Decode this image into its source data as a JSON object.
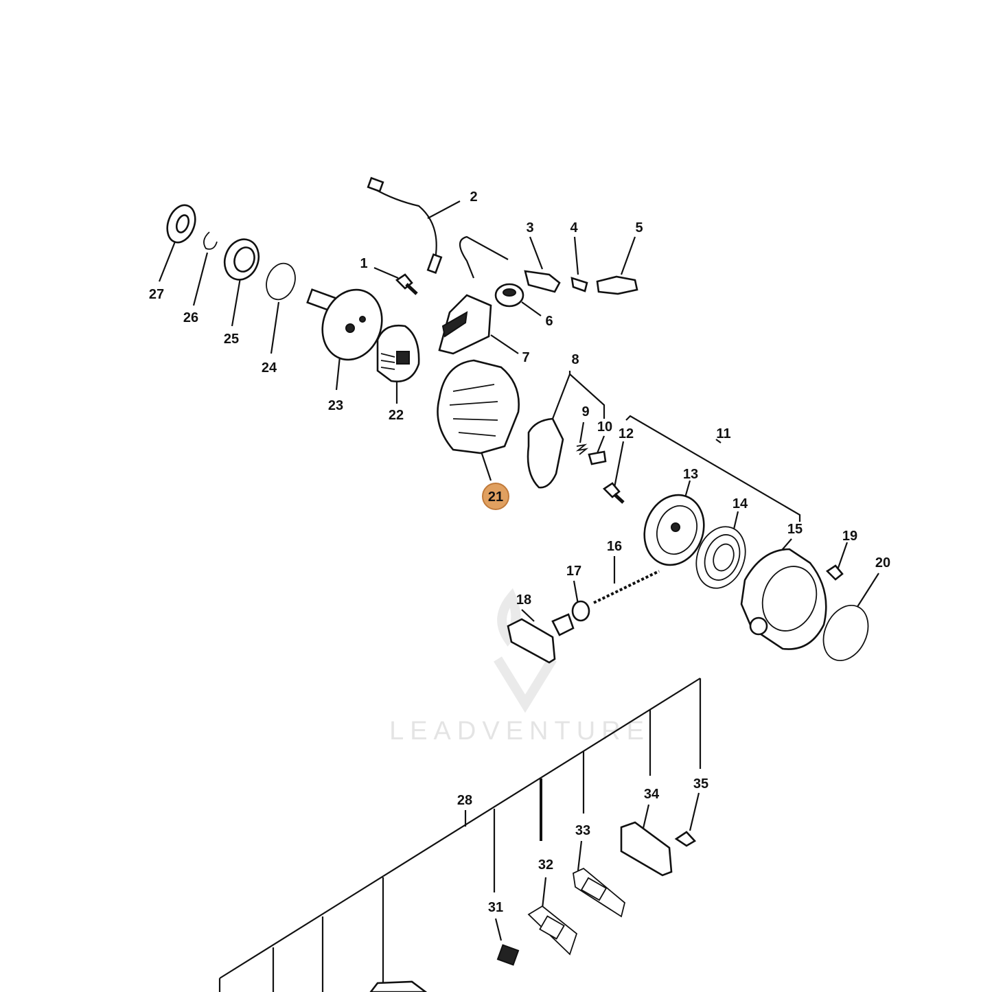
{
  "diagram": {
    "watermark_text": "LEADVENTURE",
    "highlight_color": "#e0a060",
    "callouts": [
      {
        "id": "1",
        "label": "1"
      },
      {
        "id": "2",
        "label": "2"
      },
      {
        "id": "3",
        "label": "3"
      },
      {
        "id": "4",
        "label": "4"
      },
      {
        "id": "5",
        "label": "5"
      },
      {
        "id": "6",
        "label": "6"
      },
      {
        "id": "7",
        "label": "7"
      },
      {
        "id": "8",
        "label": "8"
      },
      {
        "id": "9",
        "label": "9"
      },
      {
        "id": "10",
        "label": "10"
      },
      {
        "id": "11",
        "label": "11"
      },
      {
        "id": "12",
        "label": "12"
      },
      {
        "id": "13",
        "label": "13"
      },
      {
        "id": "14",
        "label": "14"
      },
      {
        "id": "15",
        "label": "15"
      },
      {
        "id": "16",
        "label": "16"
      },
      {
        "id": "17",
        "label": "17"
      },
      {
        "id": "18",
        "label": "18"
      },
      {
        "id": "19",
        "label": "19"
      },
      {
        "id": "20",
        "label": "20"
      },
      {
        "id": "21",
        "label": "21",
        "highlighted": true
      },
      {
        "id": "22",
        "label": "22"
      },
      {
        "id": "23",
        "label": "23"
      },
      {
        "id": "24",
        "label": "24"
      },
      {
        "id": "25",
        "label": "25"
      },
      {
        "id": "26",
        "label": "26"
      },
      {
        "id": "27",
        "label": "27"
      },
      {
        "id": "28",
        "label": "28"
      },
      {
        "id": "31",
        "label": "31"
      },
      {
        "id": "32",
        "label": "32"
      },
      {
        "id": "33",
        "label": "33"
      },
      {
        "id": "34",
        "label": "34"
      },
      {
        "id": "35",
        "label": "35"
      }
    ]
  }
}
